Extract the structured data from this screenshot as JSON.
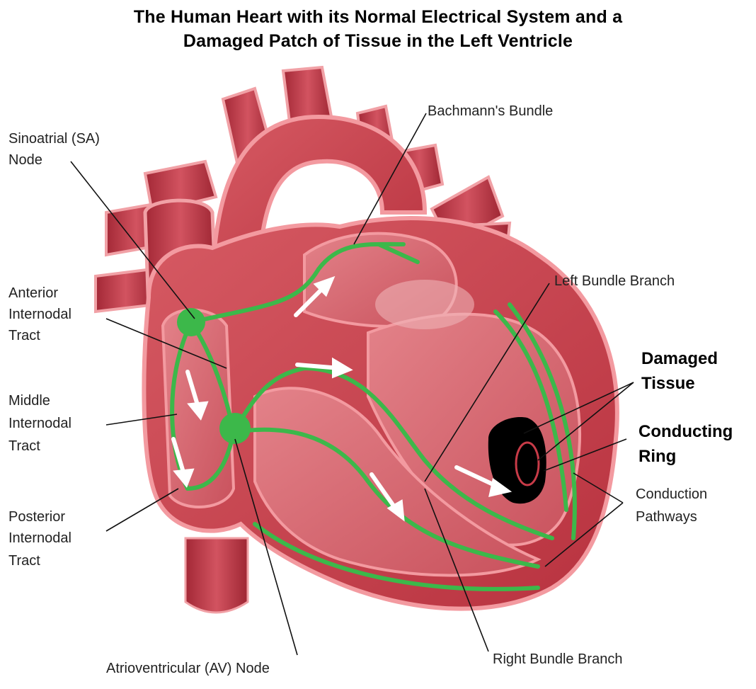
{
  "title": {
    "line1": "The Human Heart with its Normal Electrical System and a",
    "line2": "Damaged Patch of Tissue in the Left Ventricle"
  },
  "labels": {
    "bachmanns_bundle": "Bachmann's Bundle",
    "sa_node_line1": "Sinoatrial (SA)",
    "sa_node_line2": "Node",
    "anterior_line1": "Anterior",
    "anterior_line2": "Internodal",
    "anterior_line3": "Tract",
    "middle_line1": "Middle",
    "middle_line2": "Internodal",
    "middle_line3": "Tract",
    "posterior_line1": "Posterior",
    "posterior_line2": "Internodal",
    "posterior_line3": "Tract",
    "left_bundle_branch": "Left Bundle Branch",
    "damaged_line1": "Damaged",
    "damaged_line2": "Tissue",
    "conducting_line1": "Conducting",
    "conducting_line2": "Ring",
    "conduction_line1": "Conduction",
    "conduction_line2": "Pathways",
    "av_node": "Atrioventricular (AV) Node",
    "right_bundle_branch": "Right Bundle Branch"
  },
  "colors": {
    "heart_outer": "#c74a55",
    "heart_inner": "#dc7278",
    "heart_edge": "#f39aa0",
    "vessel": "#b2343f",
    "conduction": "#3cb84a",
    "damaged_tissue": "#000000",
    "arrow": "#ffffff",
    "leader_line": "#111111"
  }
}
